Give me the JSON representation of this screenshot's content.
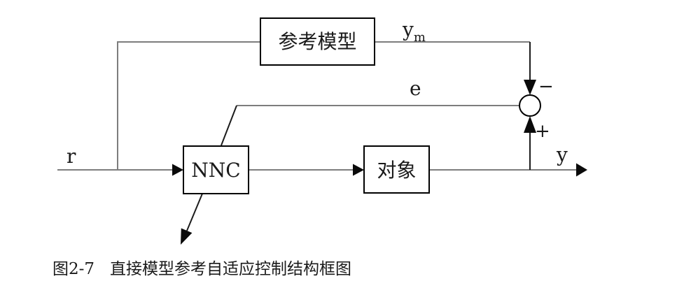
{
  "diagram": {
    "caption": {
      "figure_number": "图2-7",
      "title": "直接模型参考自适应控制结构框图"
    },
    "blocks": {
      "reference_model": "参考模型",
      "controller": "NNC",
      "plant": "对象"
    },
    "signals": {
      "input": "r",
      "model_output_main": "y",
      "model_output_sub": "m",
      "error": "e",
      "output": "y",
      "minus_sign": "−",
      "plus_sign": "+"
    },
    "colors": {
      "background": "#ffffff",
      "connector_line": "#7d7d7d",
      "dark_line": "#1c1c1c",
      "box_border": "#000000",
      "box_fill": "#ffffff",
      "arrow_fill": "#0a0a0a",
      "text": "#1a1a1a"
    }
  }
}
